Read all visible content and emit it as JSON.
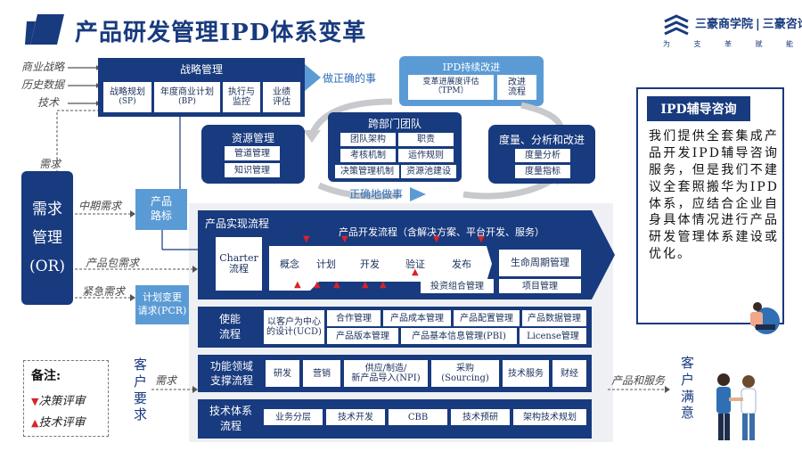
{
  "header": {
    "title": "产品研发管理IPD体系变革",
    "logo_text_1": "三豪商学院",
    "logo_text_2": "三豪咨询",
    "slogan": [
      "为",
      "支",
      "革",
      "赋",
      "能"
    ]
  },
  "inputs": [
    "商业战略",
    "历史数据",
    "技术"
  ],
  "strategy": {
    "title": "战略管理",
    "items": [
      {
        "label": "战略规划",
        "sub": "(SP)"
      },
      {
        "label": "年度商业计划",
        "sub": "(BP)"
      },
      {
        "label": "执行与\n监控",
        "sub": ""
      },
      {
        "label": "业绩\n评估",
        "sub": ""
      }
    ]
  },
  "do_right_thing": "做正确的事",
  "do_thing_right": "正确地做事",
  "ipd_improve": {
    "title": "IPD持续改进",
    "items": [
      "变革进展度评估\n（TPM）",
      "改进\n流程"
    ]
  },
  "resource": {
    "title": "资源管理",
    "items": [
      "管道管理",
      "知识管理"
    ]
  },
  "cross_team": {
    "title": "跨部门团队",
    "items": [
      "团队架构",
      "职责",
      "考核机制",
      "运作规则",
      "决策管理机制",
      "资源池建设"
    ]
  },
  "measure": {
    "title": "度量、分析和改进",
    "items": [
      "度量分析",
      "度量指标"
    ]
  },
  "demand": {
    "label": "需求",
    "title": "需求\n管理\n(OR)",
    "mid_demand": "中期需求",
    "pkg_demand": "产品包需求",
    "urgent_demand": "紧急需求"
  },
  "roadmap": "产品\n路标",
  "pcr": "计划变更\n请求(PCR)",
  "realization": {
    "title": "产品实现流程",
    "dev_flow": "产品开发流程（含解决方案、平台开发、服务）",
    "charter": "Charter\n流程",
    "stages": [
      "概念",
      "计划",
      "开发",
      "验证",
      "发布"
    ],
    "lifecycle": "生命周期管理",
    "portfolio": "投资组合管理",
    "project": "项目管理"
  },
  "enabler": {
    "title": "使能\n流程",
    "items": [
      "以客户为中心\n的设计(UCD)",
      "合作管理",
      "产品成本管理",
      "产品配置管理",
      "产品数据管理",
      "产品版本管理",
      "产品基本信息管理(PBI)",
      "License管理"
    ]
  },
  "support": {
    "title": "功能领域\n支撑流程",
    "items": [
      "研发",
      "营销",
      "供应/制造/\n新产品导入(NPI)",
      "采购\n(Sourcing)",
      "技术服务",
      "财经"
    ]
  },
  "tech": {
    "title": "技术体系\n流程",
    "items": [
      "业务分层",
      "技术开发",
      "CBB",
      "技术预研",
      "架构技术规划"
    ]
  },
  "legend": {
    "title": "备注:",
    "items": [
      {
        "symbol": "▼",
        "label": "决策评审",
        "color": "#d8232a"
      },
      {
        "symbol": "▲",
        "label": "技术评审",
        "color": "#d8232a"
      }
    ]
  },
  "customer_req": "客\n户\n要\n求",
  "req_label": "需求",
  "products_services": "产品和服务",
  "customer_satisfaction": "客\n户\n满\n意",
  "consult": {
    "title": "IPD辅导咨询",
    "body": "我们提供全套集成产品开发IPD辅导咨询服务，但是我们不建议全套照搬华为IPD体系，应结合企业自身具体情况进行产品研发管理体系建设或优化。"
  },
  "colors": {
    "navy": "#183a7e",
    "light_blue": "#5b9bd5",
    "red": "#d8232a",
    "grey_bg": "#eef0f4"
  }
}
